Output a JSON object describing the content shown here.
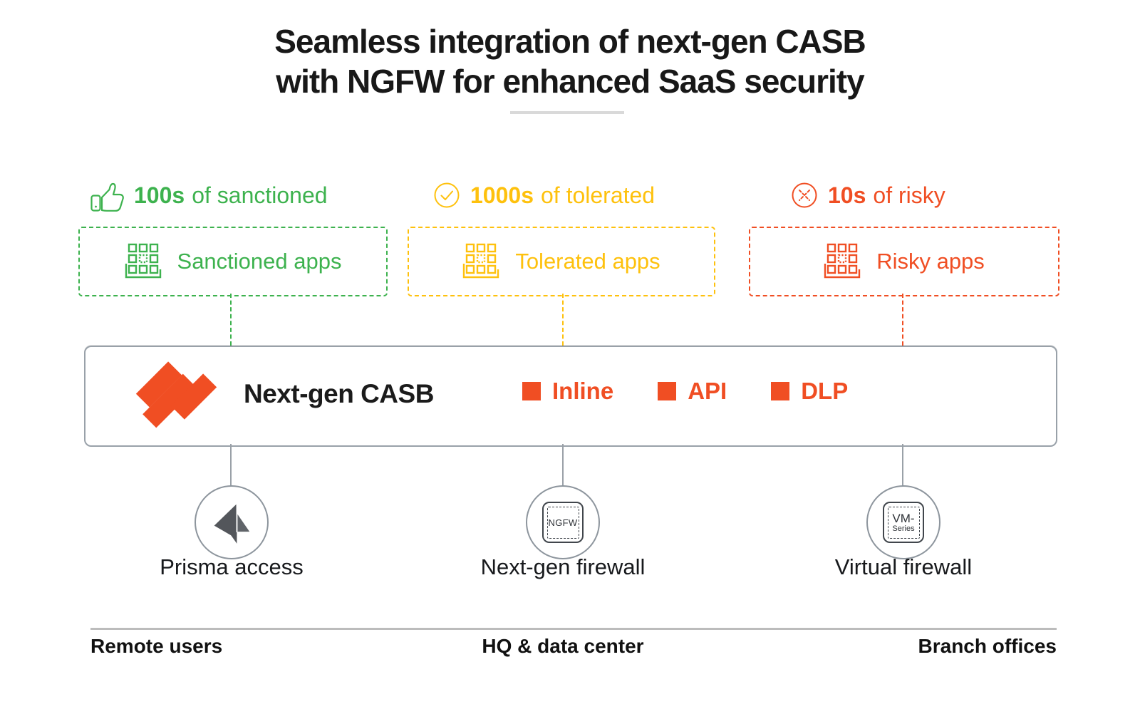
{
  "title": {
    "line1": "Seamless integration of next-gen CASB",
    "line2": "with NGFW for enhanced SaaS security"
  },
  "colors": {
    "sanctioned_green": "#3DB24E",
    "tolerated_yellow": "#FEC10D",
    "risky_orange": "#F04E23",
    "box_border_gray": "#99a1a9"
  },
  "categories": [
    {
      "icon": "thumbs-up-icon",
      "count": "100s",
      "rest": "of sanctioned",
      "box_label": "Sanctioned apps"
    },
    {
      "icon": "circle-check-icon",
      "count": "1000s",
      "rest": "of tolerated",
      "box_label": "Tolerated apps"
    },
    {
      "icon": "circle-x-icon",
      "count": "10s",
      "rest": "of risky",
      "box_label": "Risky apps"
    }
  ],
  "casb": {
    "label": "Next-gen CASB",
    "features": [
      {
        "label": "Inline"
      },
      {
        "label": "API"
      },
      {
        "label": "DLP"
      }
    ]
  },
  "nodes": [
    {
      "icon": "prisma-access-icon",
      "label": "Prisma access"
    },
    {
      "icon": "ngfw-badge-icon",
      "badge_text": "NGFW",
      "label": "Next-gen firewall"
    },
    {
      "icon": "vm-series-badge-icon",
      "badge_line1": "VM-",
      "badge_line2": "Series",
      "label": "Virtual firewall"
    }
  ],
  "footer": {
    "labels": [
      "Remote users",
      "HQ & data center",
      "Branch offices"
    ]
  }
}
